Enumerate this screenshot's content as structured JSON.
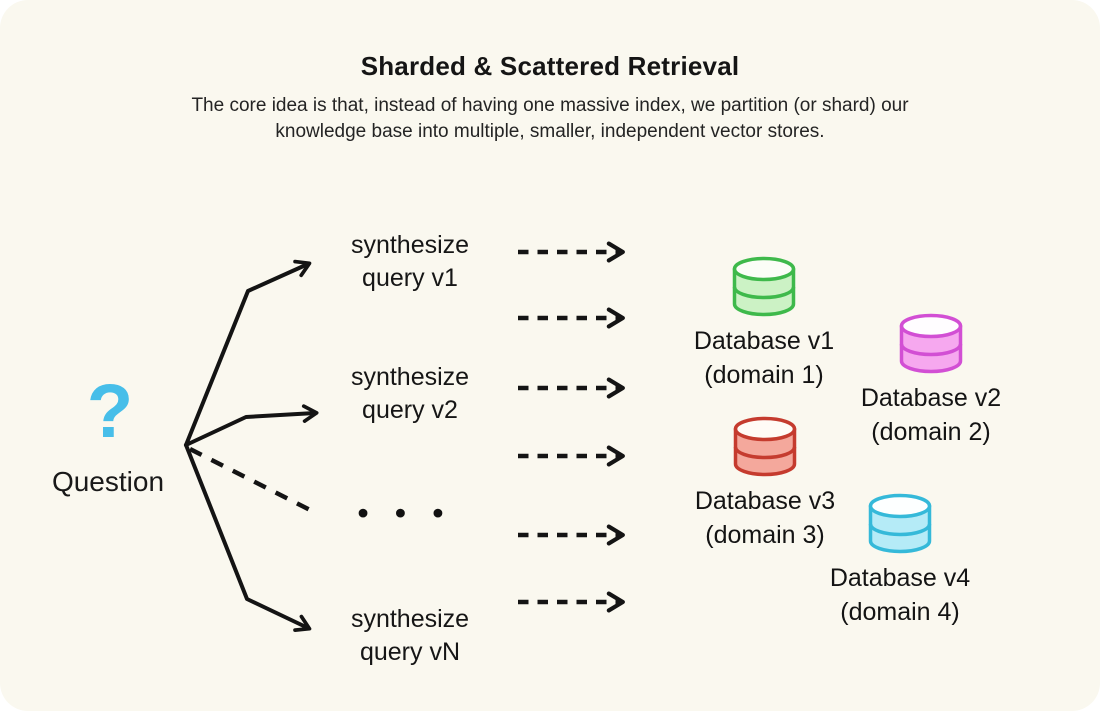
{
  "title": "Sharded & Scattered Retrieval",
  "subtitle": [
    "The core idea is that, instead of having one massive index, we partition (or shard) our",
    "knowledge base into multiple, smaller, independent vector stores."
  ],
  "question": {
    "mark": "?",
    "label": "Question",
    "color": "#47bee9"
  },
  "queries": [
    {
      "label": "synthesize query v1"
    },
    {
      "label": "synthesize query v2"
    },
    {
      "label": "synthesize query vN"
    }
  ],
  "ellipsis": "• • •",
  "databases": [
    {
      "name": "Database v1",
      "domain": "(domain 1)",
      "stroke": "#3eb94b",
      "fill": "#ccf2c5",
      "top": "#fbfdf7"
    },
    {
      "name": "Database v2",
      "domain": "(domain 2)",
      "stroke": "#d24fd4",
      "fill": "#f6a8ef",
      "top": "#fffdff"
    },
    {
      "name": "Database v3",
      "domain": "(domain 3)",
      "stroke": "#c53b2e",
      "fill": "#f4a89c",
      "top": "#fffbf6"
    },
    {
      "name": "Database v4",
      "domain": "(domain 4)",
      "stroke": "#35b9d9",
      "fill": "#b5ebf7",
      "top": "#fdffff"
    }
  ],
  "colors": {
    "background": "#faf8ef",
    "arrow": "#141414",
    "text": "#161616"
  }
}
